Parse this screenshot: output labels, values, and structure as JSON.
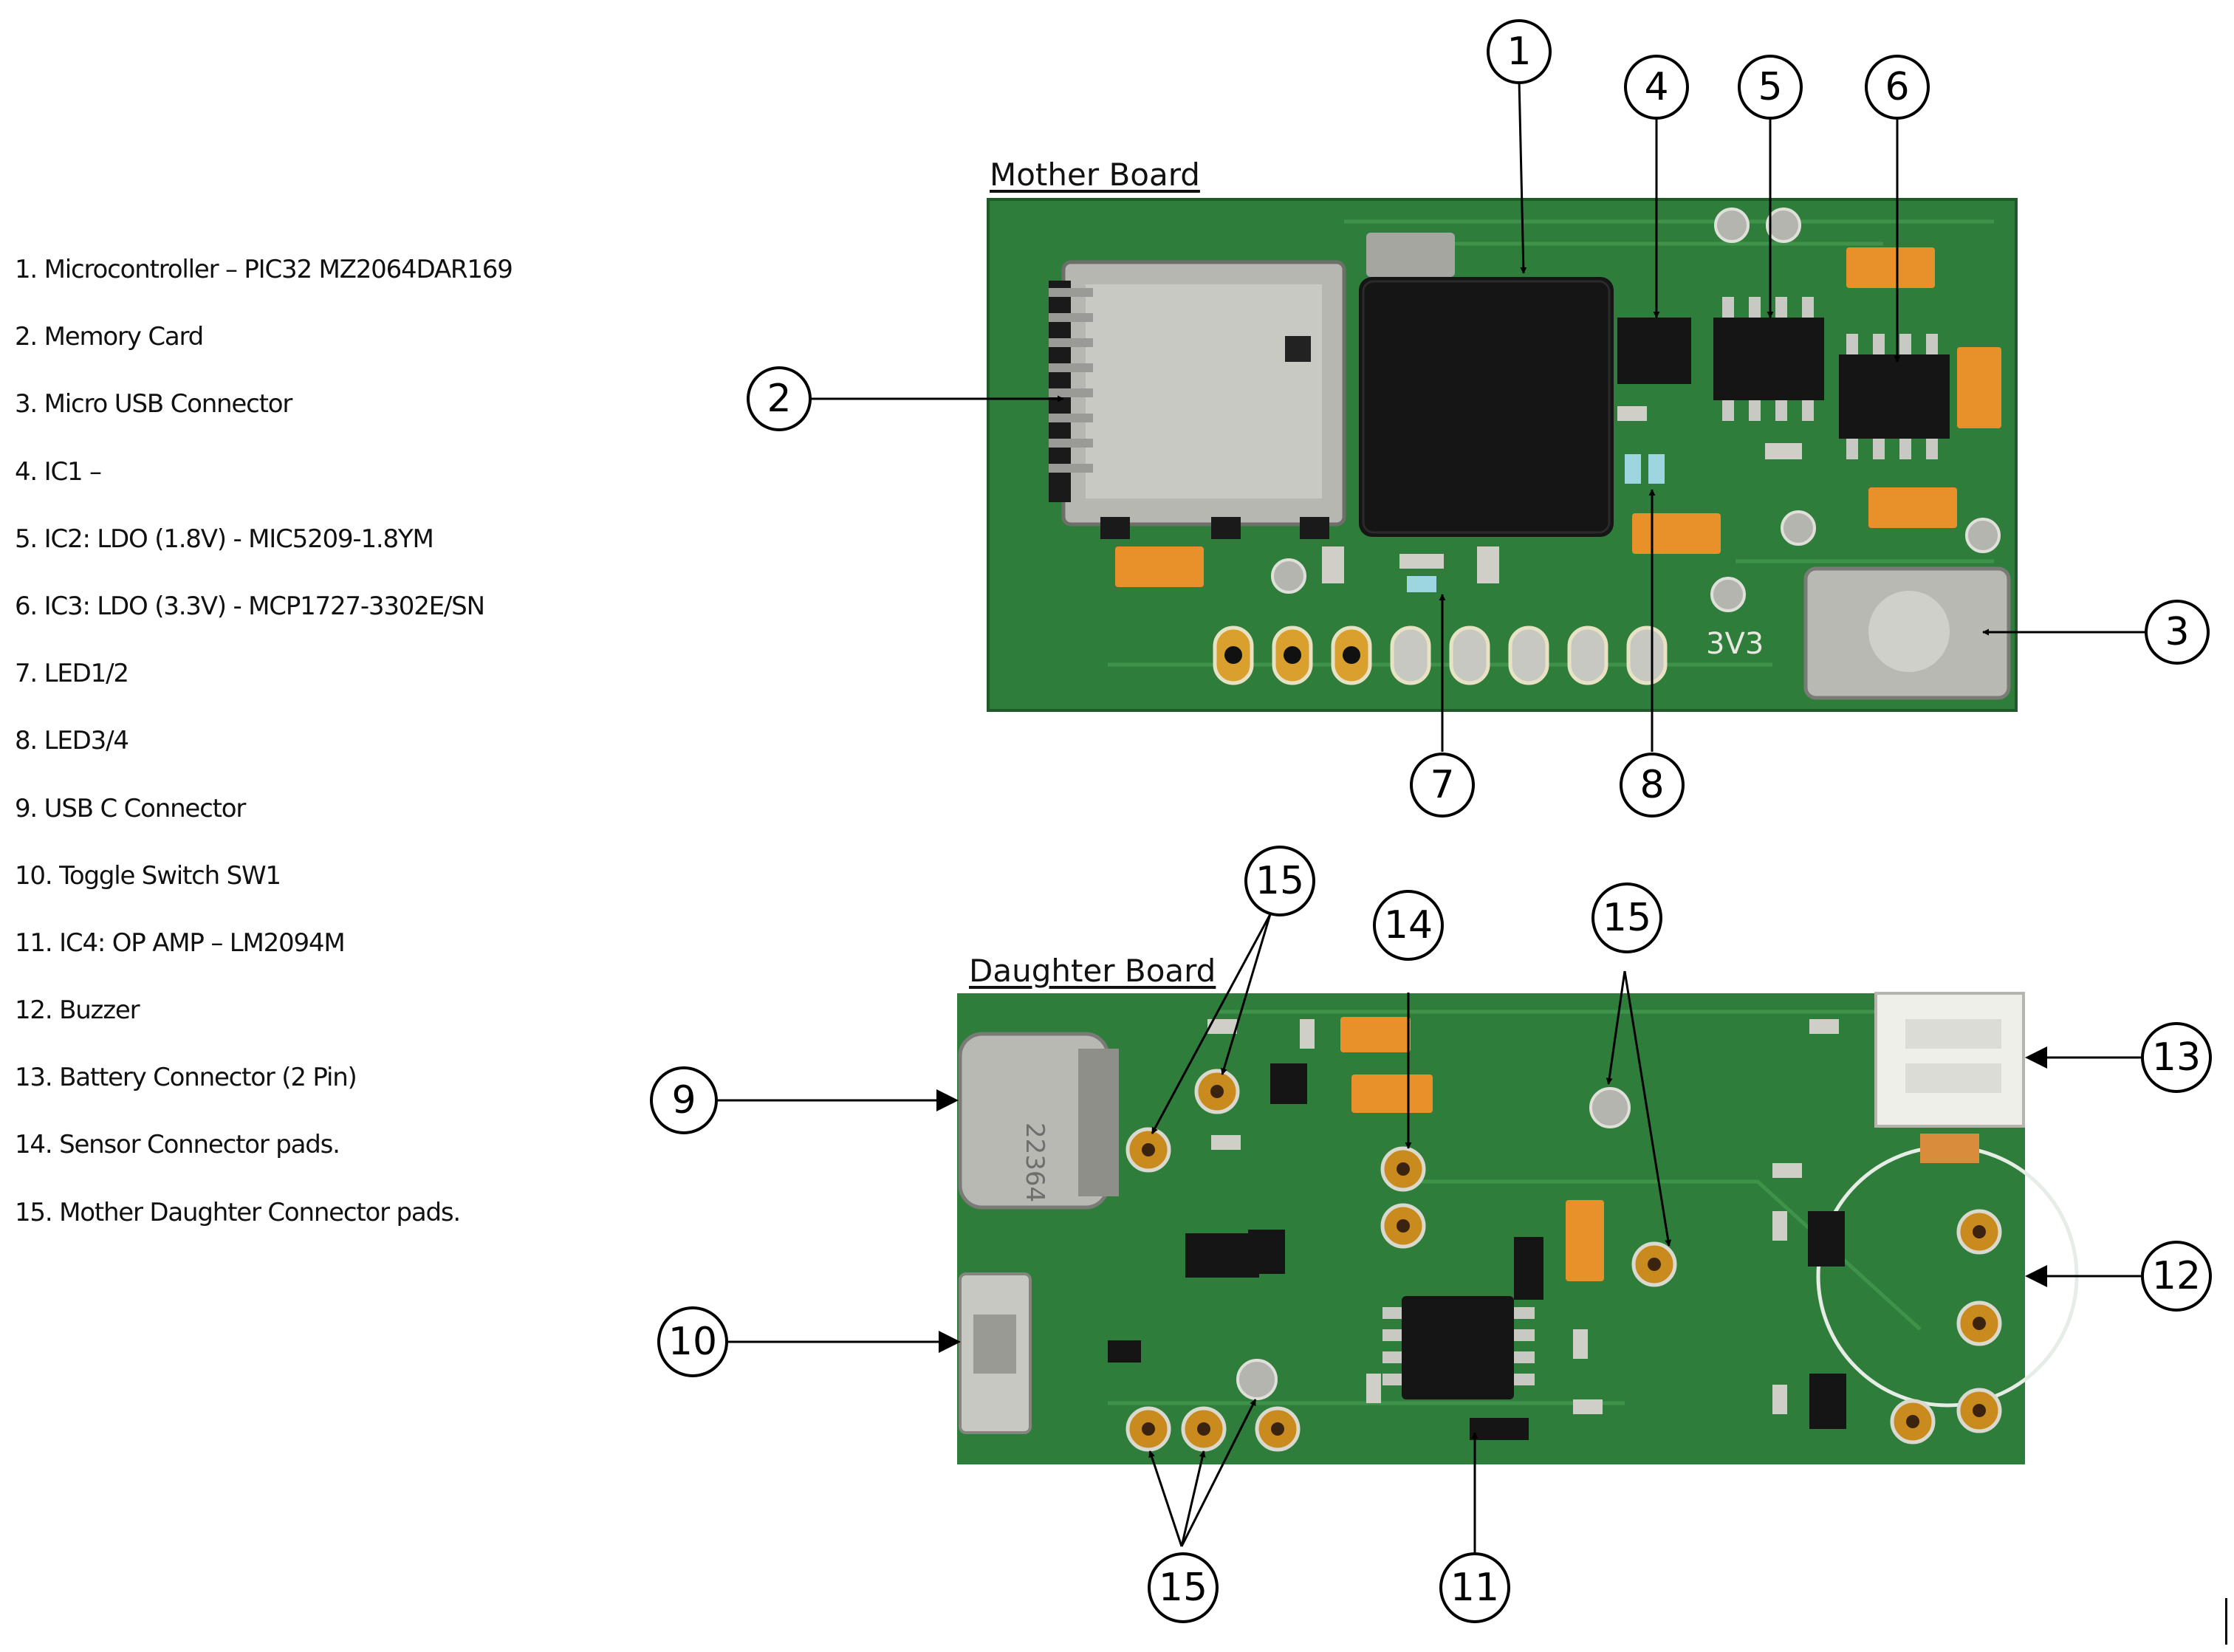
{
  "legend": [
    "1. Microcontroller – PIC32 MZ2064DAR169",
    "2. Memory Card",
    "3. Micro USB Connector",
    "4. IC1 –",
    "5. IC2: LDO (1.8V)  - MIC5209-1.8YM",
    "6. IC3: LDO (3.3V)  - MCP1727-3302E/SN",
    "7. LED1/2",
    "8. LED3/4",
    "9. USB C Connector",
    "10. Toggle Switch SW1",
    "11. IC4: OP AMP – LM2094M",
    "12. Buzzer",
    "13. Battery Connector (2 Pin)",
    "14. Sensor Connector pads.",
    "15. Mother Daughter Connector pads."
  ],
  "mother_board": {
    "title": "Mother Board",
    "silkscreen": "3V3"
  },
  "daughter_board": {
    "title": "Daughter Board",
    "usb_c_marking": "22364"
  },
  "callouts": {
    "c1": "1",
    "c2": "2",
    "c3": "3",
    "c4": "4",
    "c5": "5",
    "c6": "6",
    "c7": "7",
    "c8": "8",
    "c9": "9",
    "c10": "10",
    "c11": "11",
    "c12": "12",
    "c13": "13",
    "c14": "14",
    "c15a": "15",
    "c15b": "15",
    "c15c": "15"
  },
  "colors": {
    "pcb": "#2f7d3a",
    "pcb_dark": "#1f5a29",
    "pad_gold": "#c98a1e",
    "chip": "#151515",
    "tantalum": "#e8912b"
  }
}
